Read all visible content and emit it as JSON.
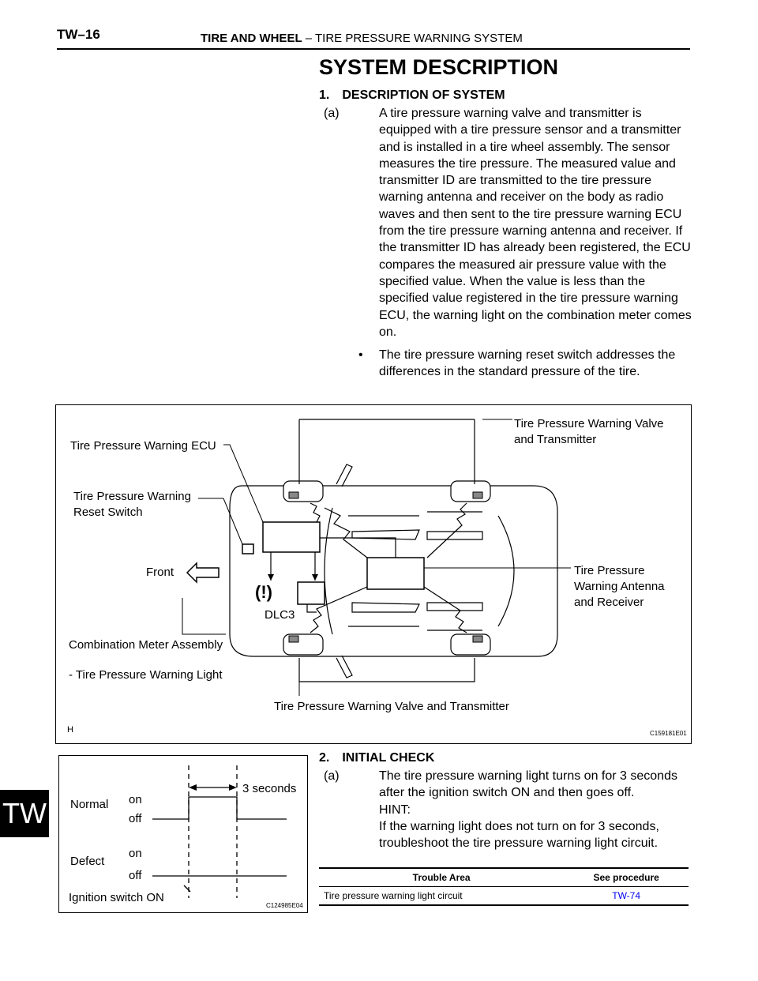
{
  "header": {
    "page_id": "TW–16",
    "section": "TIRE AND WHEEL",
    "subsection": "–  TIRE PRESSURE WARNING SYSTEM"
  },
  "side_tab": "TW",
  "title": "SYSTEM DESCRIPTION",
  "s1": {
    "heading": "1. DESCRIPTION OF SYSTEM",
    "a_label": "(a)",
    "a_text": "A tire pressure warning valve and transmitter is equipped with a tire pressure sensor and a transmitter and is installed in a tire wheel assembly. The sensor measures the tire pressure. The measured value and transmitter ID are transmitted to the tire pressure warning antenna and receiver on the body as radio waves and then sent to the tire pressure warning ECU from the tire pressure warning antenna and receiver. If the transmitter ID has already been registered, the ECU compares the measured air pressure value with the specified value. When the value is less than the specified value registered in the tire pressure warning ECU, the warning light on the combination meter comes on.",
    "bullet": "•",
    "bullet_text": "The tire pressure warning reset switch addresses the differences in the standard pressure of the tire."
  },
  "fig1": {
    "ecu": "Tire Pressure Warning ECU",
    "reset1": "Tire Pressure Warning",
    "reset2": "Reset Switch",
    "front": "Front",
    "dlc3": "DLC3",
    "combo": "Combination Meter Assembly",
    "light": "- Tire Pressure Warning Light",
    "valve_top1": "Tire Pressure Warning Valve",
    "valve_top2": "and Transmitter",
    "antenna1": "Tire Pressure",
    "antenna2": "Warning Antenna",
    "antenna3": "and Receiver",
    "valve_bottom": "Tire Pressure Warning Valve and Transmitter",
    "corner": "H",
    "code": "C159181E01",
    "warning_symbol": "(!)"
  },
  "s2": {
    "heading": "2. INITIAL CHECK",
    "a_label": "(a)",
    "a_text": "The tire pressure warning light turns on for 3 seconds after the ignition switch ON and then goes off.",
    "hint": "HINT:",
    "hint_text": "If the warning light does not turn on for 3 seconds, troubleshoot the tire pressure warning light circuit."
  },
  "fig2": {
    "seconds": "3 seconds",
    "normal": "Normal",
    "on1": "on",
    "off1": "off",
    "defect": "Defect",
    "on2": "on",
    "off2": "off",
    "ignition": "Ignition switch ON",
    "code": "C124985E04"
  },
  "table": {
    "headers": [
      "Trouble Area",
      "See procedure"
    ],
    "row": [
      "Tire pressure warning light circuit",
      "TW-74"
    ]
  }
}
